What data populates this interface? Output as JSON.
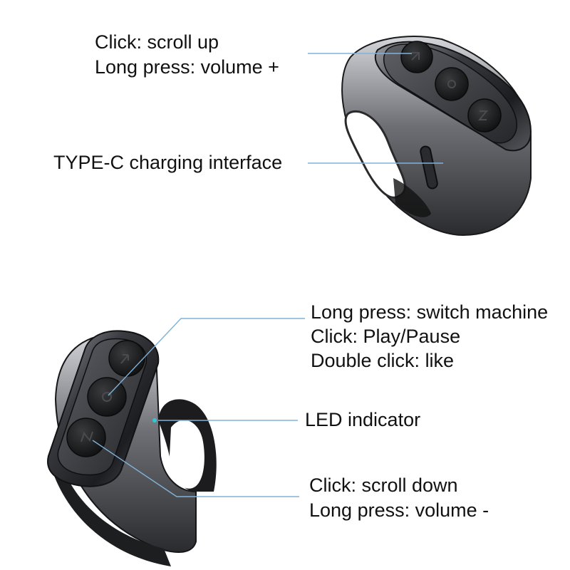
{
  "annotations": {
    "top_button": {
      "line1": "Click: scroll up",
      "line2": "Long press: volume +"
    },
    "type_c": {
      "text": "TYPE-C charging interface"
    },
    "middle_button": {
      "line1": "Long press: switch machine",
      "line2": "Click: Play/Pause",
      "line3": "Double click: like"
    },
    "led": {
      "text": "LED indicator"
    },
    "bottom_button": {
      "line1": "Click: scroll down",
      "line2": "Long press: volume -"
    }
  },
  "colors": {
    "leader_line": "#7fb2d8",
    "led": "#34c6d8",
    "button": "#1a1b1d",
    "shell": "#2b2c30"
  }
}
